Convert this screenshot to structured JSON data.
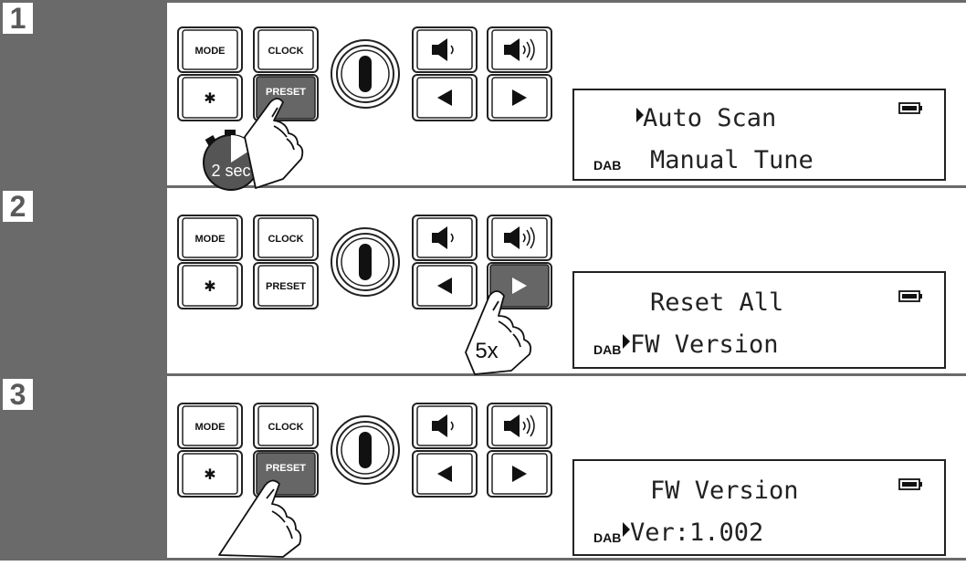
{
  "steps": [
    {
      "number": "1",
      "buttons": {
        "mode": "MODE",
        "clock": "CLOCK",
        "preset": "PRESET",
        "bluetooth_glyph": "✱"
      },
      "pressed": "preset",
      "indicator": "2 sec",
      "display": {
        "line1": "Auto Scan",
        "line2": "Manual Tune",
        "cursor_line": 1,
        "band": "DAB"
      }
    },
    {
      "number": "2",
      "buttons": {
        "mode": "MODE",
        "clock": "CLOCK",
        "preset": "PRESET",
        "bluetooth_glyph": "✱"
      },
      "pressed": "next",
      "indicator": "5x",
      "display": {
        "line1": "Reset All",
        "line2": "FW Version",
        "cursor_line": 2,
        "band": "DAB"
      }
    },
    {
      "number": "3",
      "buttons": {
        "mode": "MODE",
        "clock": "CLOCK",
        "preset": "PRESET",
        "bluetooth_glyph": "✱"
      },
      "pressed": "preset",
      "indicator": "",
      "display": {
        "line1": "FW Version",
        "line2": "Ver:1.002",
        "cursor_line": 2,
        "band": "DAB"
      }
    }
  ],
  "icons": {
    "volume_down": "speaker-low-icon",
    "volume_up": "speaker-high-icon",
    "prev": "triangle-left-icon",
    "next": "triangle-right-icon",
    "battery": "battery-icon",
    "knob": "rotary-knob-icon",
    "timer": "stopwatch-icon",
    "hand": "pointing-hand-icon"
  },
  "colors": {
    "panel": "#6a6a6a",
    "pressed_button": "#666666",
    "outline": "#222222"
  }
}
